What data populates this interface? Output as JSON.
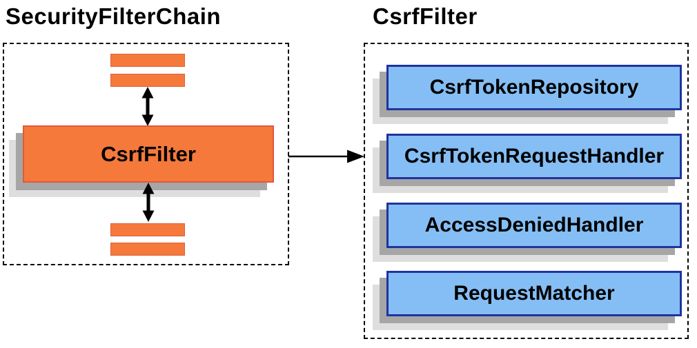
{
  "left_panel": {
    "title": "SecurityFilterChain",
    "node_label": "CsrfFilter",
    "top_placeholder_bar_count": 2,
    "bottom_placeholder_bar_count": 2
  },
  "right_panel": {
    "title": "CsrfFilter",
    "boxes": [
      {
        "label": "CsrfTokenRepository"
      },
      {
        "label": "CsrfTokenRequestHandler"
      },
      {
        "label": "AccessDeniedHandler"
      },
      {
        "label": "RequestMatcher"
      }
    ]
  },
  "connectors": {
    "left_to_right_arrow": "arrow-right",
    "vertical_arrows": "double-headed"
  },
  "colors": {
    "node_orange": "#F4793B",
    "node_orange_border": "#E2583A",
    "box_blue": "#85BEF4",
    "box_blue_border": "#20339E",
    "shadow_dark": "#A6A6A6",
    "shadow_light": "#DEDEDE",
    "dashed_border": "#000000",
    "text": "#000000",
    "background": "#FFFFFF"
  }
}
